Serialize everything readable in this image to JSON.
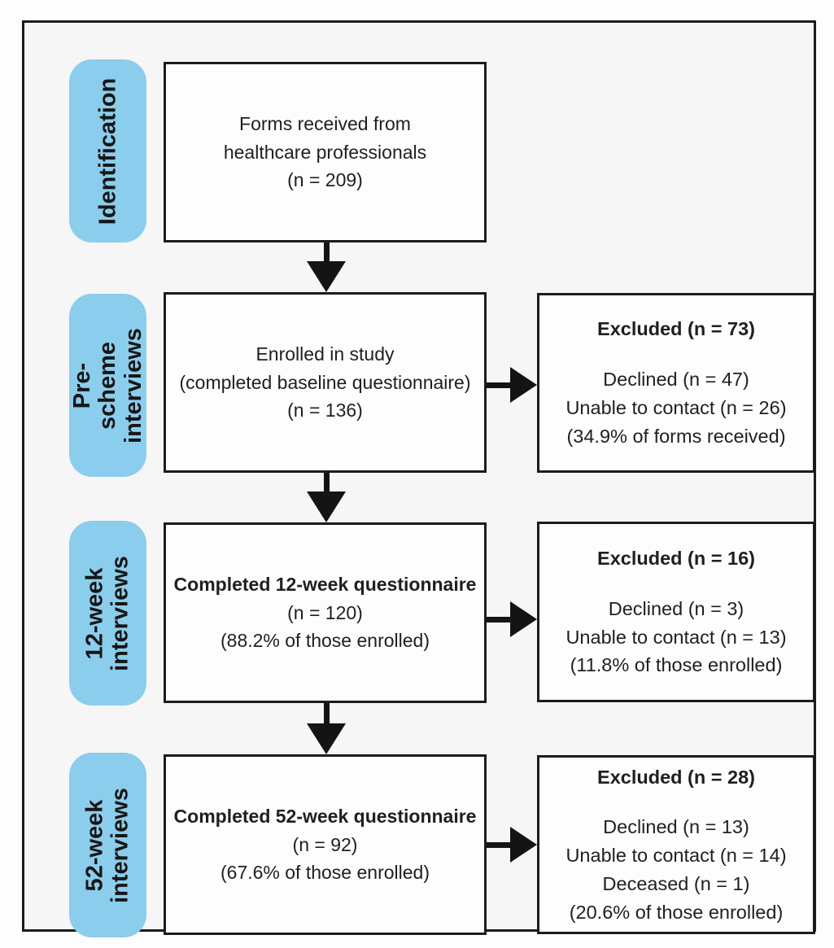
{
  "colors": {
    "stage_label_bg": "#8BCDEC",
    "box_bg": "#fdfdfd",
    "box_border": "#1c1c1c",
    "arrow": "#141414",
    "canvas_bg": "#f6f6f6",
    "text": "#1f1f1f"
  },
  "stages": [
    {
      "label": "Identification",
      "box": {
        "text": "Forms received from\nhealthcare professionals\n(n = 209)"
      }
    },
    {
      "label": "Pre-scheme\ninterviews",
      "box": {
        "text": "Enrolled in study\n(completed baseline questionnaire)\n(n = 136)"
      },
      "excluded": {
        "title": "Excluded (n = 73)",
        "text": "Declined (n = 47)\nUnable to contact (n = 26)\n(34.9% of forms received)"
      }
    },
    {
      "label": "12-week\ninterviews",
      "box": {
        "bold": "Completed 12-week questionnaire",
        "text": "(n = 120)\n(88.2% of those enrolled)"
      },
      "excluded": {
        "title": "Excluded (n = 16)",
        "text": "Declined (n = 3)\nUnable to contact (n = 13)\n(11.8% of those enrolled)"
      }
    },
    {
      "label": "52-week\ninterviews",
      "box": {
        "bold": "Completed 52-week questionnaire",
        "text": "(n = 92)\n(67.6% of those enrolled)"
      },
      "excluded": {
        "title": "Excluded (n = 28)",
        "text": "Declined (n = 13)\nUnable to contact (n = 14)\nDeceased (n = 1)\n(20.6% of those enrolled)"
      }
    }
  ]
}
